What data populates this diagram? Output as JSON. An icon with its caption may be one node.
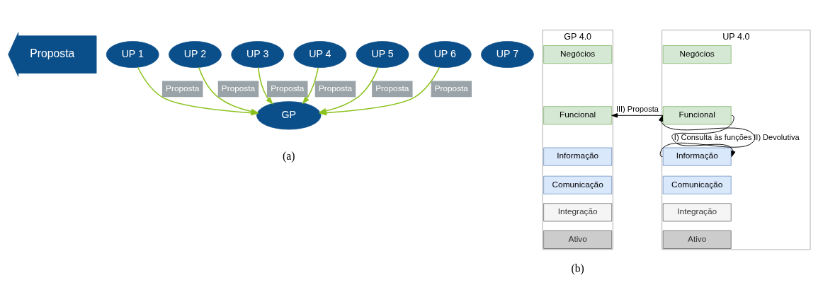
{
  "diagram": {
    "nodes": [
      {
        "text": [
          "Proposta"
        ]
      },
      {
        "text": [
          "GP"
        ]
      },
      {
        "text": [
          "UP 1"
        ]
      },
      {
        "text": [
          "UP 2"
        ]
      },
      {
        "text": [
          "UP 3"
        ]
      },
      {
        "text": [
          "UP 4"
        ]
      },
      {
        "text": [
          "UP 5"
        ]
      },
      {
        "text": [
          "UP 6"
        ]
      },
      {
        "text": [
          "UP 7"
        ]
      },
      {
        "text": [
          "GP 4.0"
        ]
      },
      {
        "text": [
          "Negócios"
        ],
        "in": 9
      },
      {
        "text": [
          "Funcional"
        ],
        "in": 9
      },
      {
        "text": [
          "Informação"
        ],
        "in": 9
      },
      {
        "text": [
          "Comunicação"
        ],
        "in": 9
      },
      {
        "text": [
          "Integração"
        ],
        "in": 9
      },
      {
        "text": [
          "Ativo"
        ],
        "in": 9
      },
      {
        "text": [
          "UP 4.0"
        ]
      },
      {
        "text": [
          "Negócios"
        ],
        "in": 16
      },
      {
        "text": [
          "Funcional"
        ],
        "in": 16
      },
      {
        "text": [
          "Informação"
        ],
        "in": 16
      },
      {
        "text": [
          "Comunicação"
        ],
        "in": 16
      },
      {
        "text": [
          "Integração"
        ],
        "in": 16
      },
      {
        "text": [
          "Ativo"
        ],
        "in": 16
      }
    ],
    "edges": [
      {
        "from": 2,
        "to": 1,
        "arrow": "to",
        "label": "Proposta"
      },
      {
        "from": 3,
        "to": 1,
        "arrow": "to",
        "label": "Proposta"
      },
      {
        "from": 4,
        "to": 1,
        "arrow": "to",
        "label": "Proposta"
      },
      {
        "from": 5,
        "to": 1,
        "arrow": "to",
        "label": "Proposta"
      },
      {
        "from": 6,
        "to": 1,
        "arrow": "to",
        "label": "Proposta"
      },
      {
        "from": 7,
        "to": 1,
        "arrow": "to",
        "label": "Proposta"
      },
      {
        "from": 18,
        "to": 11,
        "arrow": "to",
        "label": "III) Proposta",
        "color": "#000000"
      },
      {
        "from": 19,
        "to": 18,
        "arrow": "to",
        "label": "II) Devolutiva",
        "color": "#000000"
      },
      {
        "from": 18,
        "to": 19,
        "arrow": "to",
        "label": "I) Consulta às funções",
        "color": "#000000"
      }
    ],
    "labels": [
      "(a)",
      "(b)"
    ]
  }
}
